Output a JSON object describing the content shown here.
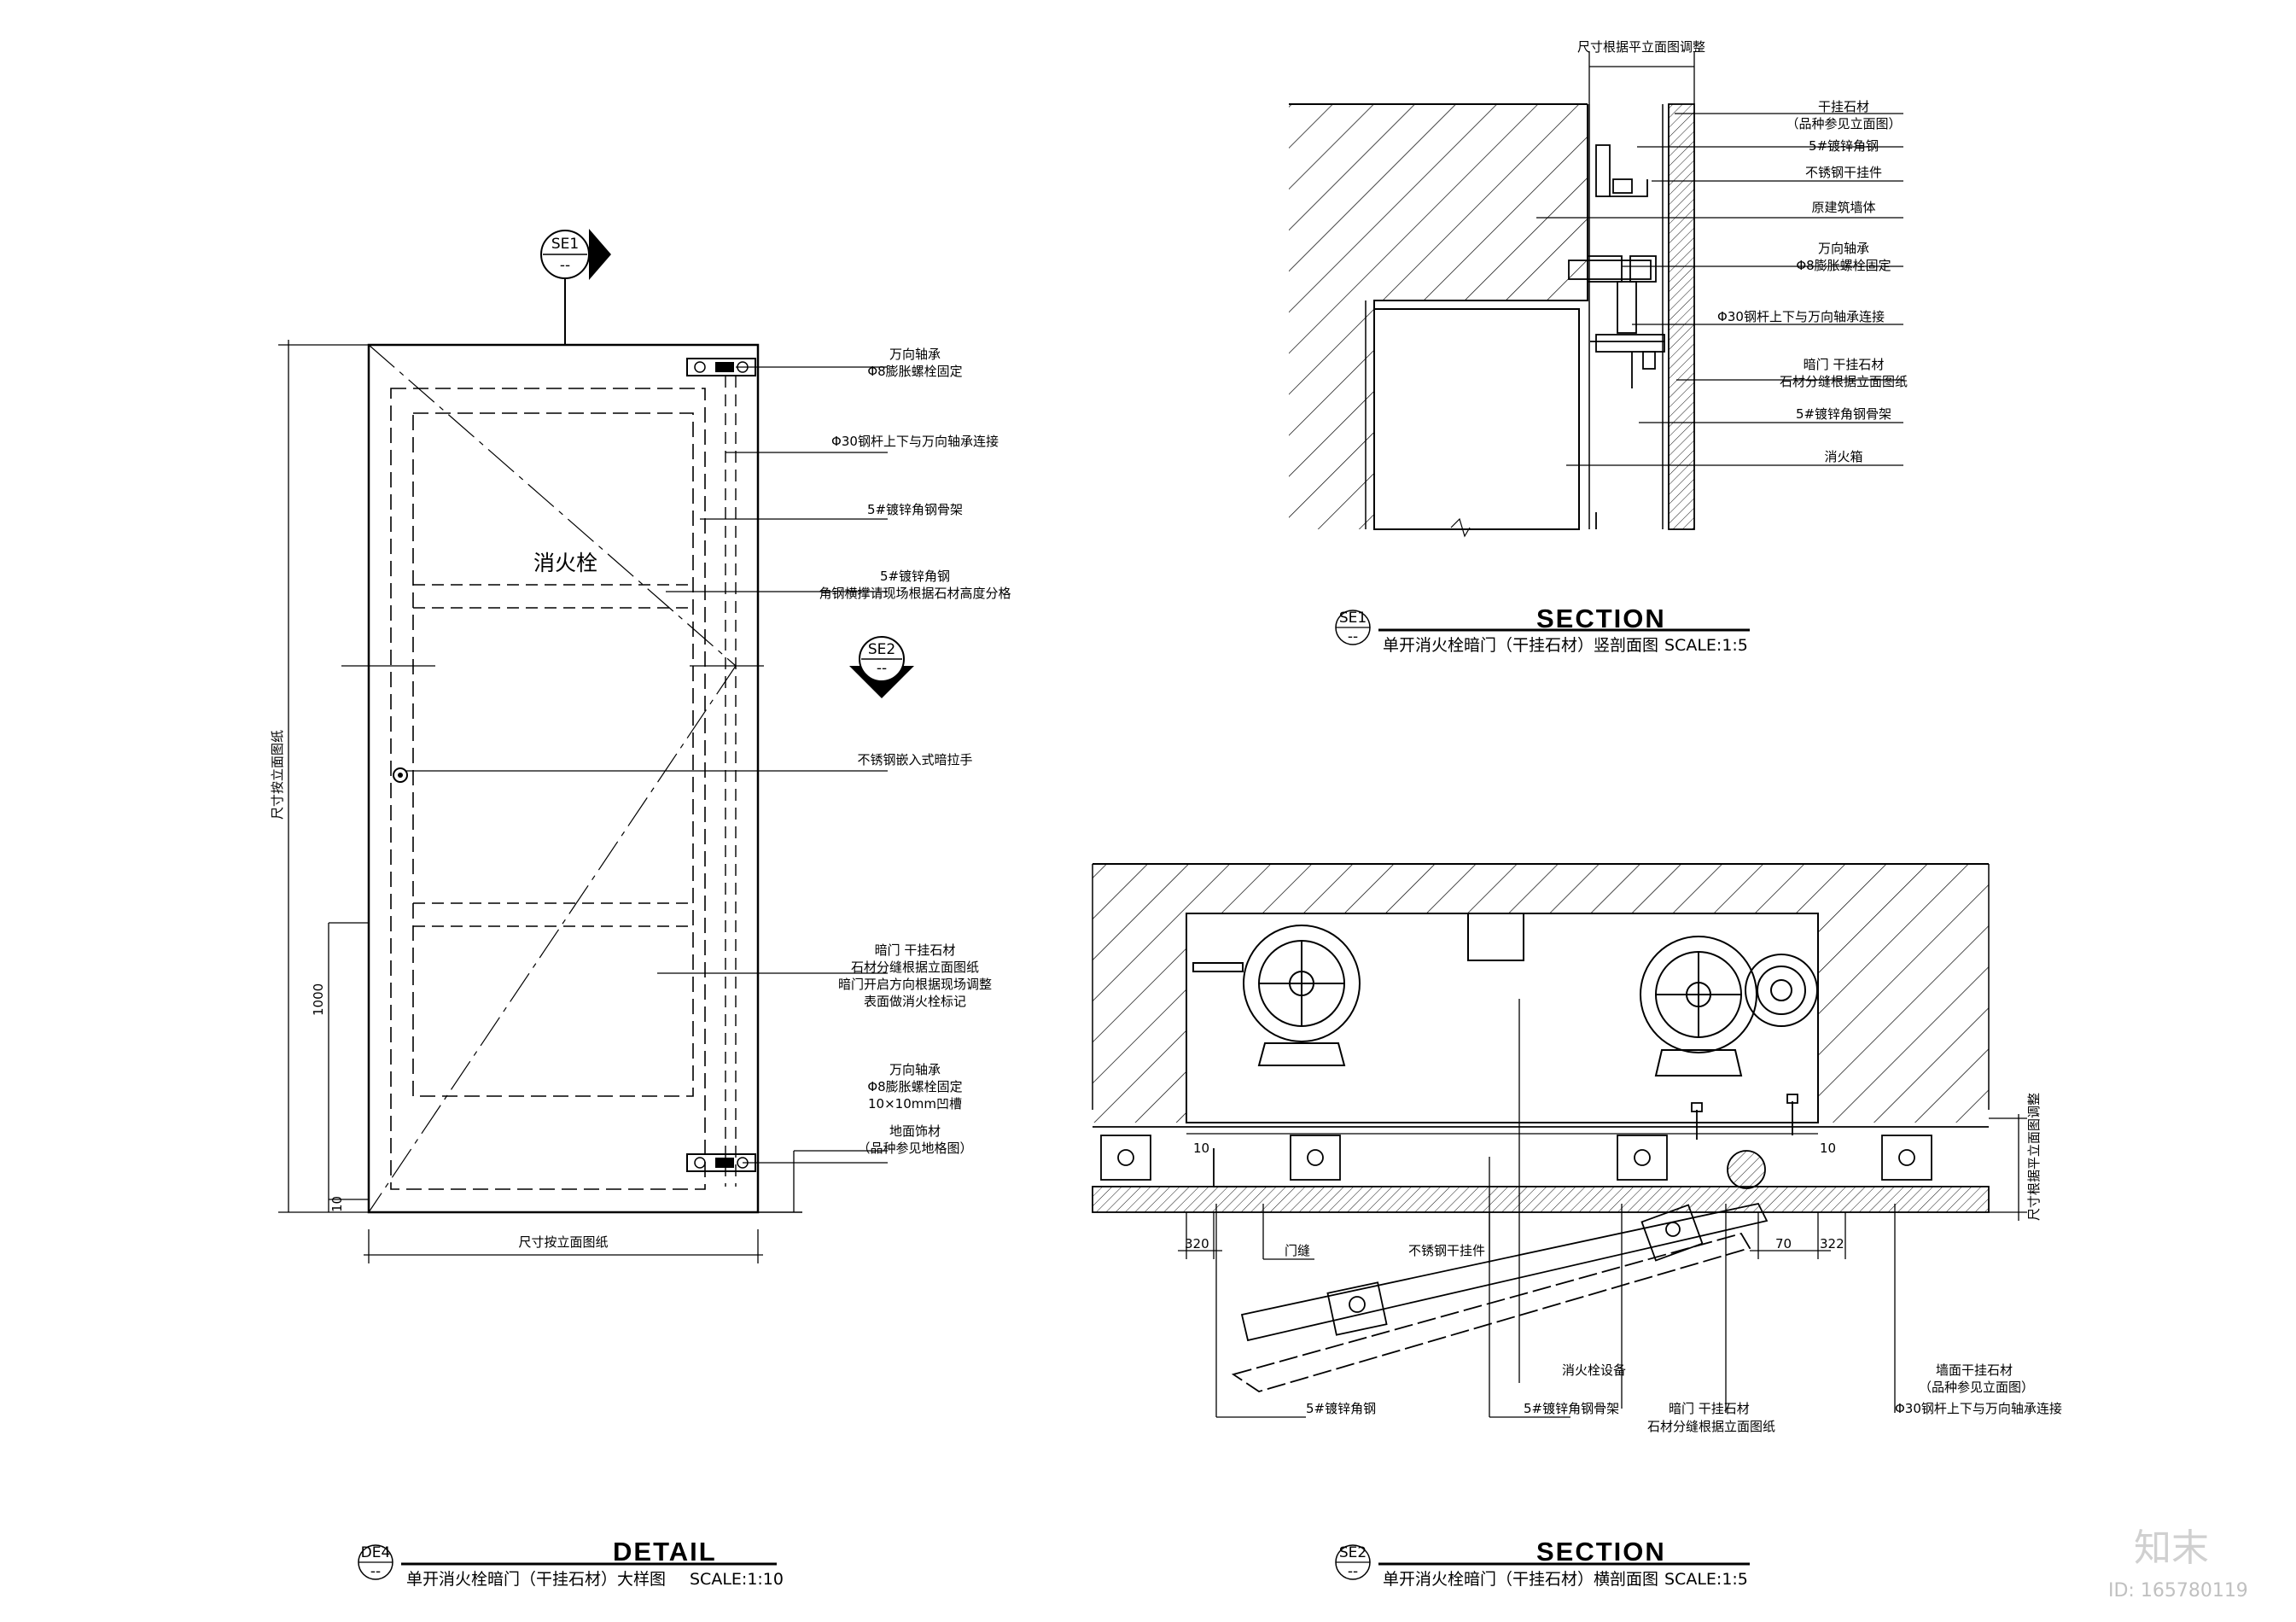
{
  "detail_de4": {
    "tag": "DE4",
    "tag_sub": "--",
    "heading": "DETAIL",
    "title": "单开消火栓暗门（干挂石材）大样图",
    "scale": "SCALE:1:10",
    "center_text": "消火栓",
    "se1_tag": "SE1",
    "se2_tag": "SE2",
    "marker_sub": "--",
    "dim_height_label": "尺寸按立面图纸",
    "dim_width_label": "尺寸按立面图纸",
    "dim_1000": "1000",
    "dim_10": "10",
    "callouts": [
      {
        "lines": [
          "万向轴承",
          "Φ8膨胀螺栓固定"
        ]
      },
      {
        "lines": [
          "Φ30钢杆上下与万向轴承连接"
        ]
      },
      {
        "lines": [
          "5#镀锌角钢骨架"
        ]
      },
      {
        "lines": [
          "5#镀锌角钢",
          "角钢横撑请现场根据石材高度分格"
        ]
      },
      {
        "lines": [
          "不锈钢嵌入式暗拉手"
        ]
      },
      {
        "lines": [
          "暗门  干挂石材",
          "石材分缝根据立面图纸",
          "暗门开启方向根据现场调整",
          "表面做消火栓标记"
        ]
      },
      {
        "lines": [
          "万向轴承",
          "Φ8膨胀螺栓固定",
          "10×10mm凹槽"
        ]
      },
      {
        "lines": [
          "地面饰材",
          "（品种参见地格图）"
        ]
      }
    ]
  },
  "section_se1": {
    "tag": "SE1",
    "tag_sub": "--",
    "heading": "SECTION",
    "title": "单开消火栓暗门（干挂石材）竖剖面图",
    "scale": "SCALE:1:5",
    "top_dim_label": "尺寸根据平立面图调整",
    "callouts": [
      {
        "lines": [
          "干挂石材",
          "（品种参见立面图）"
        ]
      },
      {
        "lines": [
          "5#镀锌角钢"
        ]
      },
      {
        "lines": [
          "不锈钢干挂件"
        ]
      },
      {
        "lines": [
          "原建筑墙体"
        ]
      },
      {
        "lines": [
          "万向轴承",
          "Φ8膨胀螺栓固定"
        ]
      },
      {
        "lines": [
          "Φ30钢杆上下与万向轴承连接"
        ]
      },
      {
        "lines": [
          "暗门  干挂石材",
          "石材分缝根据立面图纸"
        ]
      },
      {
        "lines": [
          "5#镀锌角钢骨架"
        ]
      },
      {
        "lines": [
          "消火箱"
        ]
      }
    ]
  },
  "section_se2": {
    "tag": "SE2",
    "tag_sub": "--",
    "heading": "SECTION",
    "title": "单开消火栓暗门（干挂石材）横剖面图",
    "scale": "SCALE:1:5",
    "right_dim_label": "尺寸根据平立面图调整",
    "dims": {
      "d320": "320",
      "d70": "70",
      "d322": "322",
      "d10a": "10",
      "d10b": "10"
    },
    "labels": {
      "door_gap": "门缝",
      "hanger": "不锈钢干挂件",
      "equipment": "消火栓设备",
      "angle": "5#镀锌角钢",
      "frame": "5#镀锌角钢骨架",
      "door_stone": "暗门  干挂石材",
      "stone_joint": "石材分缝根据立面图纸",
      "rod": "Φ30钢杆上下与万向轴承连接",
      "wall_stone": "墙面干挂石材",
      "wall_stone_ref": "（品种参见立面图）"
    }
  },
  "watermark": {
    "brand": "知末",
    "id": "ID: 165780119"
  }
}
